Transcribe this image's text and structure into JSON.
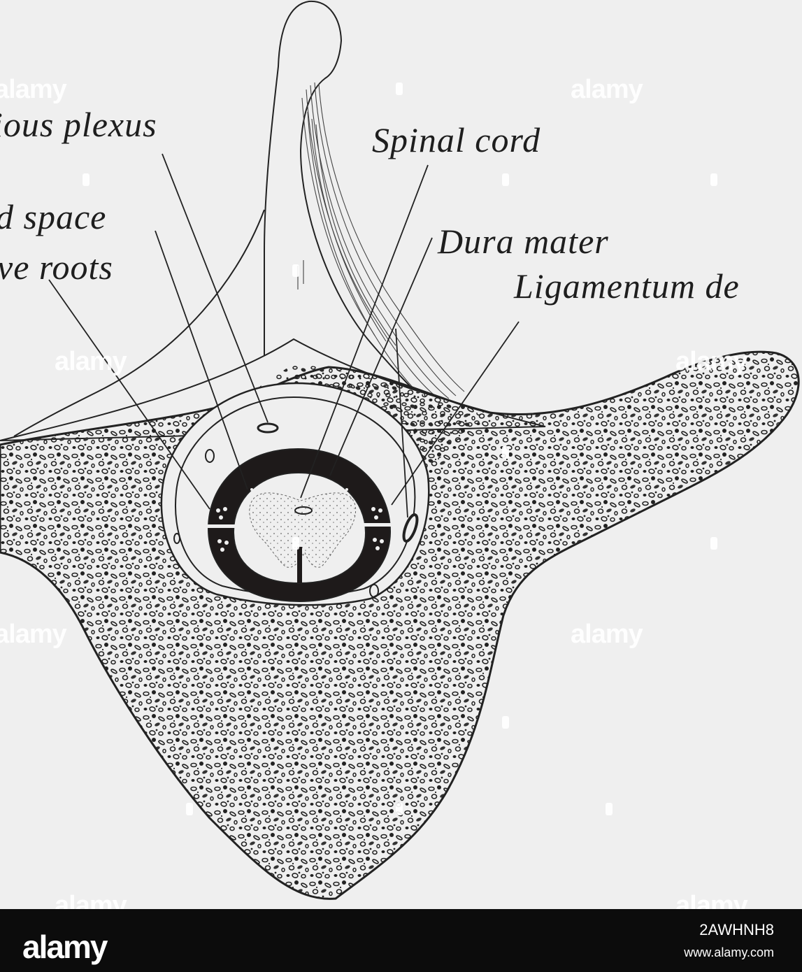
{
  "labels": {
    "venous_plexus": "ious plexus",
    "subarachnoid_space": "d space",
    "nerve_roots": "ve roots",
    "spinal_cord": "Spinal cord",
    "dura_mater": "Dura mater",
    "ligamentum": "Ligamentum de"
  },
  "watermark": {
    "text": "alamy"
  },
  "footer": {
    "logo_text": "alamy",
    "image_id": "2AWHNH8",
    "url": "www.alamy.com"
  },
  "colors": {
    "paper": "#efefef",
    "ink": "#1e1e1e",
    "footer_bg": "#0c0c0c"
  }
}
